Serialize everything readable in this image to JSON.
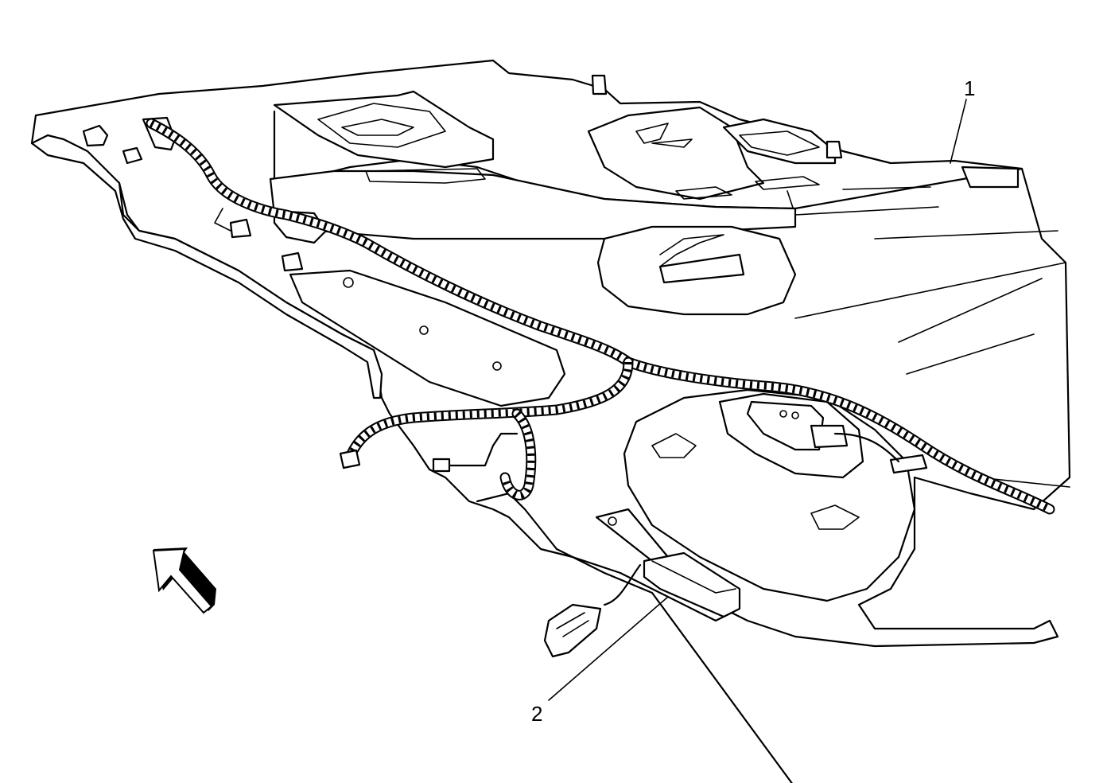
{
  "diagram": {
    "callouts": [
      {
        "id": "1",
        "label": "1"
      },
      {
        "id": "2",
        "label": "2"
      }
    ],
    "colors": {
      "line": "#000000",
      "background": "#ffffff"
    },
    "icons": {
      "view_direction": "view-direction-arrow-icon"
    }
  }
}
